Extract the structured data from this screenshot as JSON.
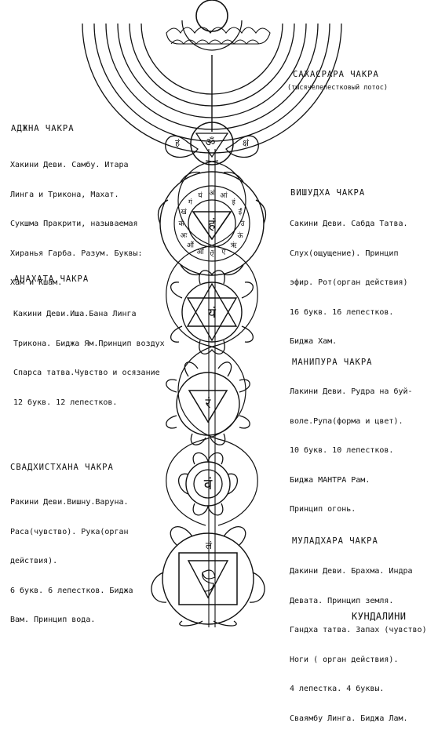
{
  "chakras": {
    "sahasrara": {
      "title": "САХАСРАРА ЧАКРА",
      "subtitle": "(тысячелепестковый лотос)"
    },
    "ajna": {
      "title": "АДЖНА ЧАКРА",
      "lines": [
        "Хакини Деви. Самбу. Итара",
        "Линга и Трикона, Махат.",
        "Сукшма Пракрити, называемая",
        "Хиранья Гарба. Разум. Буквы:",
        "Хам и Кшам."
      ]
    },
    "vishuddha": {
      "title": "ВИШУДХА ЧАКРА",
      "lines": [
        "Сакини Деви. Сабда Татва.",
        "Слух(ощущение). Принцип",
        "эфир. Рот(орган действия)",
        "16 букв. 16 лепестков.",
        "Биджа Хам."
      ]
    },
    "anahata": {
      "title": "АНАХАТА ЧАКРА",
      "lines": [
        "Какини Деви.Иша.Бана Линга",
        "Трикона. Биджа Ям.Принцип воздух",
        "Спарса татва.Чувство и осязание",
        "12 букв. 12 лепестков."
      ]
    },
    "manipura": {
      "title": "МАНИПУРА ЧАКРА",
      "lines": [
        "Лакини Деви. Рудра на буй-",
        "воле.Рупа(форма и цвет).",
        "10 букв. 10 лепестков.",
        "Биджа МАНТРА Рам.",
        "Принцип огонь."
      ]
    },
    "svadhisthana": {
      "title": "СВАДХИСТХАНА ЧАКРА",
      "lines": [
        "Ракини Деви.Вишну.Варуна.",
        "Раса(чувство). Рука(орган",
        "действия).",
        "6 букв. 6 лепестков. Биджа",
        "Вам. Принцип вода."
      ]
    },
    "muladhara": {
      "title": "МУЛАДХАРА ЧАКРА",
      "lines": [
        "Дакини Деви. Брахма. Индра",
        "Девата. Принцип земля.",
        "Гандха татва. Запах (чувство)",
        "Ноги ( орган действия).",
        "4 лепестка. 4 буквы.",
        "Сваямбу Линга. Биджа Лам."
      ],
      "footer": "КУНДАЛИНИ"
    }
  },
  "bija_glyphs": {
    "ajna": [
      "ॐ",
      "हं",
      "क्षं"
    ],
    "vishuddha": "हं",
    "anahata": "यं",
    "manipura": "रं",
    "svadhisthana": "वं",
    "muladhara": "लं",
    "petal_letters": [
      "अं",
      "आं",
      "इं",
      "ईं",
      "उं",
      "ऊं",
      "ऋं",
      "एं",
      "ऐं",
      "ओं",
      "औं",
      "अः",
      "कं",
      "खं",
      "गं",
      "घं"
    ]
  }
}
